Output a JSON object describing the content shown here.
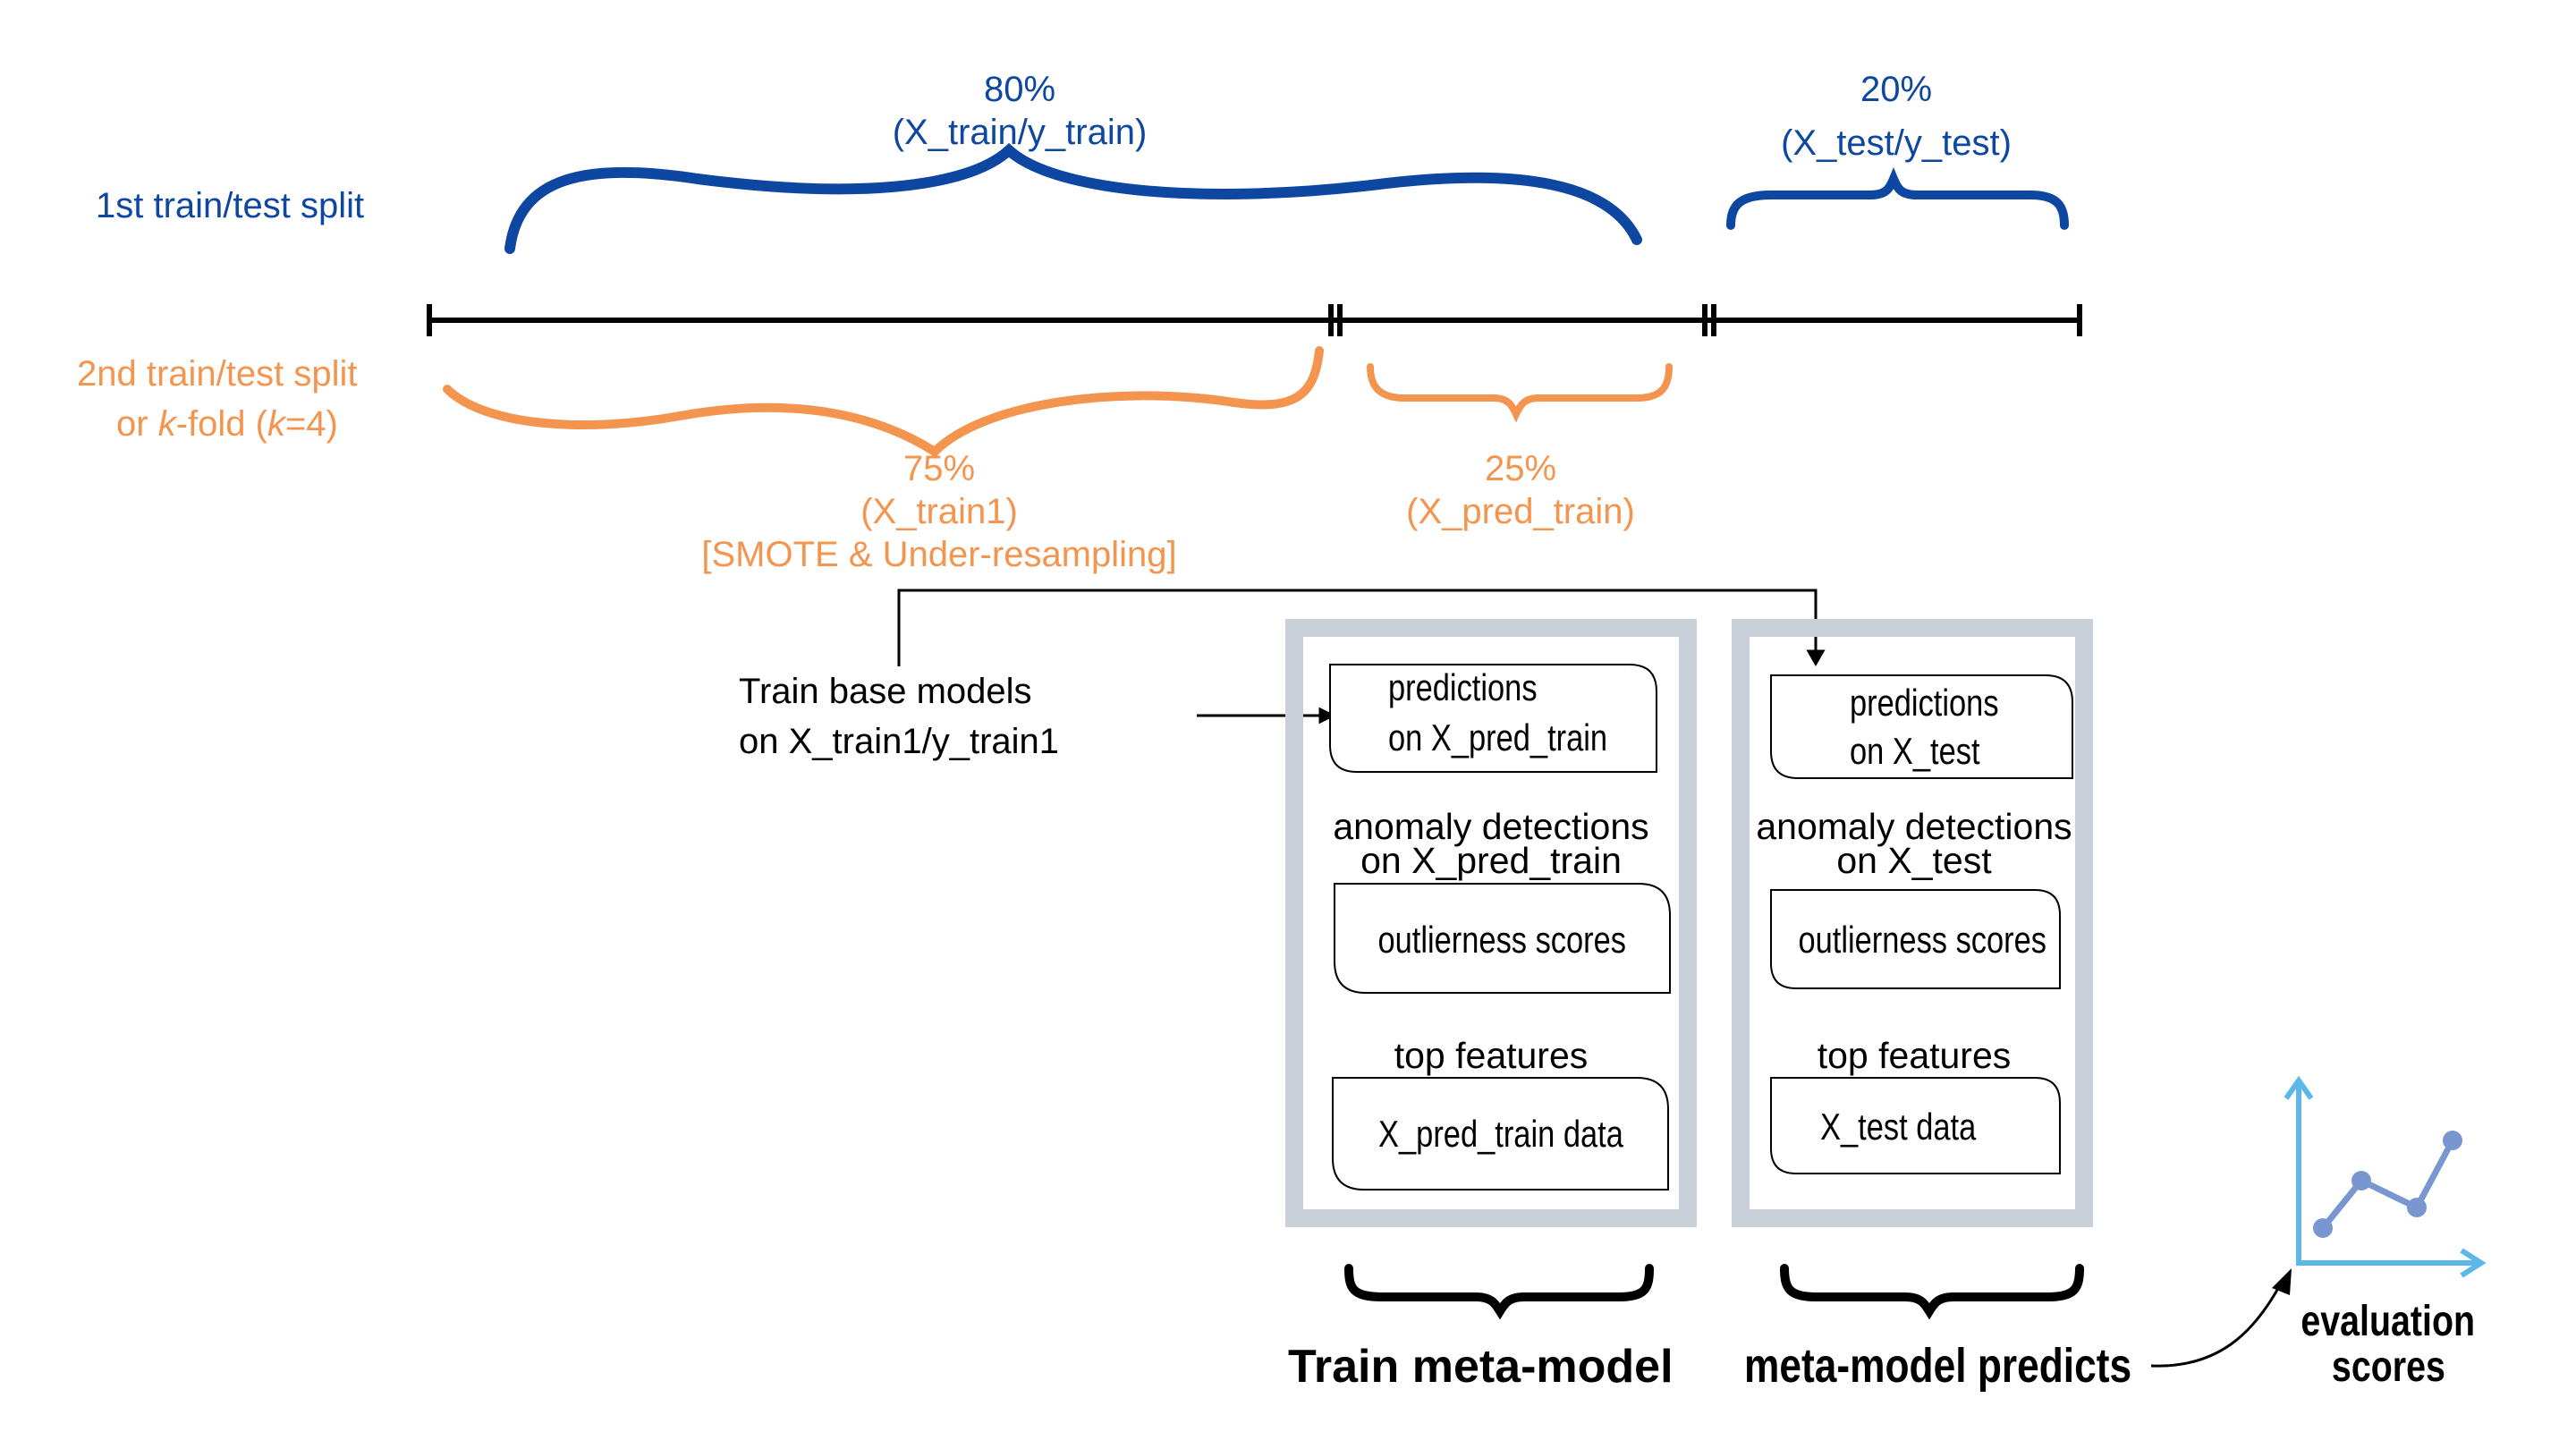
{
  "split1": {
    "label": "1st train/test split",
    "train_pct": "80%",
    "train_sets": "(X_train/y_train)",
    "test_pct": "20%",
    "test_sets": "(X_test/y_test)"
  },
  "split2": {
    "label_line1": "2nd train/test split",
    "label_line2_a": "or ",
    "label_line2_k": "k",
    "label_line2_b": "-fold (",
    "label_line2_k2": "k",
    "label_line2_c": "=4)",
    "train_pct": "75%",
    "train_set": "(X_train1)",
    "resampling": "[SMOTE & Under-resampling]",
    "pred_pct": "25%",
    "pred_set": "(X_pred_train)"
  },
  "base_models": {
    "line1": "Train base models",
    "line2": "on X_train1/y_train1"
  },
  "train_panel": {
    "box1_line1": "predictions",
    "box1_line2": "on X_pred_train",
    "anomaly_line1": "anomaly detections",
    "anomaly_line2": "on X_pred_train",
    "box2": "outlierness scores",
    "top_features": "top features",
    "box3": "X_pred_train data",
    "caption": "Train meta-model"
  },
  "test_panel": {
    "box1_line1": "predictions",
    "box1_line2": "on X_test",
    "anomaly_line1": "anomaly detections",
    "anomaly_line2": "on X_test",
    "box2": "outlierness scores",
    "top_features": "top features",
    "box3": "X_test data",
    "caption": "meta-model predicts"
  },
  "evaluation": {
    "line1": "evaluation",
    "line2": "scores",
    "icon": "line-chart-icon"
  },
  "colors": {
    "blue": "#0d47a1",
    "orange": "#f4954f",
    "panel_border": "#c8cfd9",
    "chart_axis": "#5bb8e8",
    "chart_line": "#7a96d0"
  }
}
